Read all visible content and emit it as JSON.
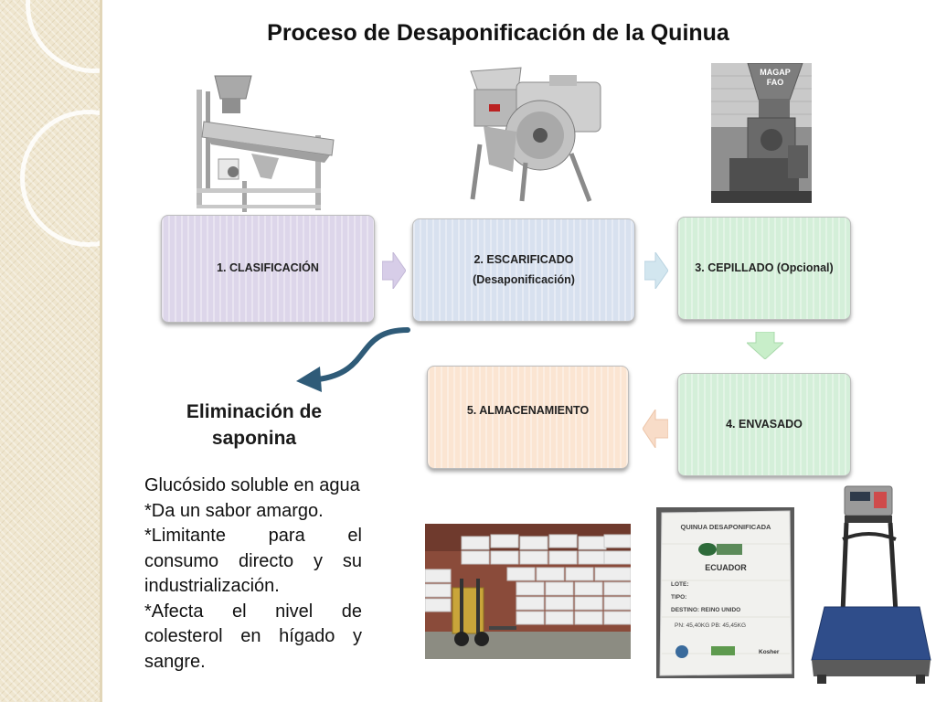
{
  "title": "Proceso de Desaponificación de la Quinua",
  "steps": [
    {
      "label": "1. CLASIFICACIÓN"
    },
    {
      "label": "2. ESCARIFICADO",
      "sublabel": "(Desaponificación)"
    },
    {
      "label": "3. CEPILLADO (Opcional)"
    },
    {
      "label": "4. ENVASADO"
    },
    {
      "label": "5. ALMACENAMIENTO"
    }
  ],
  "subtitle": {
    "line1": "Eliminación de",
    "line2": "saponina"
  },
  "description": [
    "Glucósido soluble en agua",
    "*Da un sabor amargo.",
    "*Limitante para el consumo directo y su industrialización.",
    "*Afecta el nivel de colesterol en hígado y sangre."
  ],
  "photos": {
    "sack": {
      "title": "QUINUA DESAPONIFICADA",
      "country": "ECUADOR",
      "lote": "LOTE:",
      "tipo": "TIPO:",
      "destino": "DESTINO: REINO UNIDO",
      "weights": "PN: 45,40KG   PB: 45,45KG",
      "kosher": "Kosher"
    },
    "cepillado_sign": {
      "line1": "MAGAP",
      "line2": "FAO"
    }
  },
  "colors": {
    "step1": "#ddd6ea",
    "step2": "#d8e1ef",
    "step3": "#d4efd9",
    "step4": "#d4efd9",
    "step5": "#fbe5d2",
    "curved_arrow": "#2f5b78"
  }
}
